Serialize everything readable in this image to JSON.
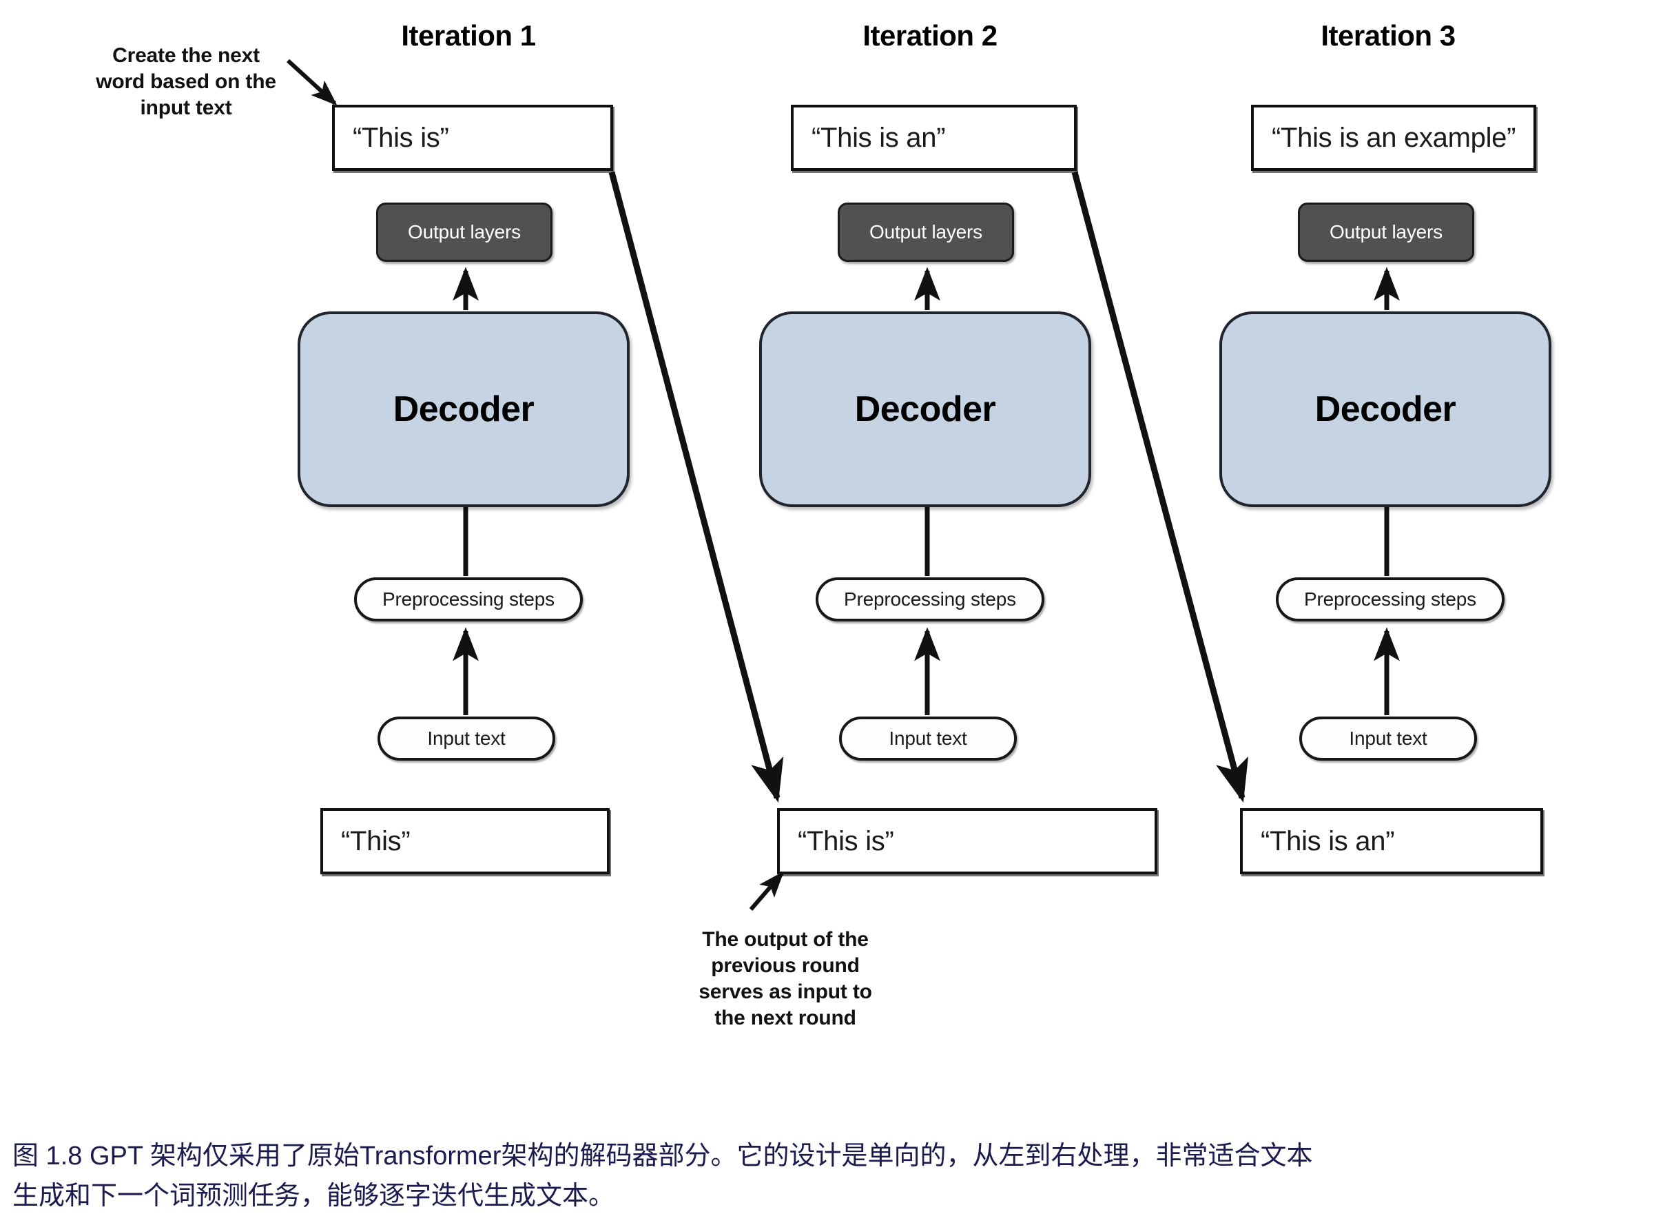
{
  "diagram": {
    "columns": [
      {
        "title": "Iteration 1",
        "top_text": "“This is”",
        "output_layers": "Output layers",
        "decoder": "Decoder",
        "preprocessing": "Preprocessing steps",
        "input_text": "Input text",
        "bottom_text": "“This”"
      },
      {
        "title": "Iteration 2",
        "top_text": "“This is an”",
        "output_layers": "Output layers",
        "decoder": "Decoder",
        "preprocessing": "Preprocessing steps",
        "input_text": "Input text",
        "bottom_text": "“This is”"
      },
      {
        "title": "Iteration 3",
        "top_text": "“This is an example”",
        "output_layers": "Output layers",
        "decoder": "Decoder",
        "preprocessing": "Preprocessing steps",
        "input_text": "Input text",
        "bottom_text": "“This is an”"
      }
    ],
    "annotations": {
      "top_left": "Create the next\nword based on the\ninput text",
      "bottom_center": "The output of the\nprevious round\nserves as input to\nthe next round"
    },
    "colors": {
      "decoder_fill": "#c5d3e3",
      "output_layers_fill": "#515151",
      "stroke": "#111111",
      "caption_text": "#1b1b4f",
      "background": "#ffffff"
    }
  },
  "caption": {
    "line1": "图 1.8  GPT 架构仅采用了原始Transformer架构的解码器部分。它的设计是单向的，从左到右处理，非常适合文本",
    "line2": "生成和下一个词预测任务，能够逐字迭代生成文本。"
  }
}
